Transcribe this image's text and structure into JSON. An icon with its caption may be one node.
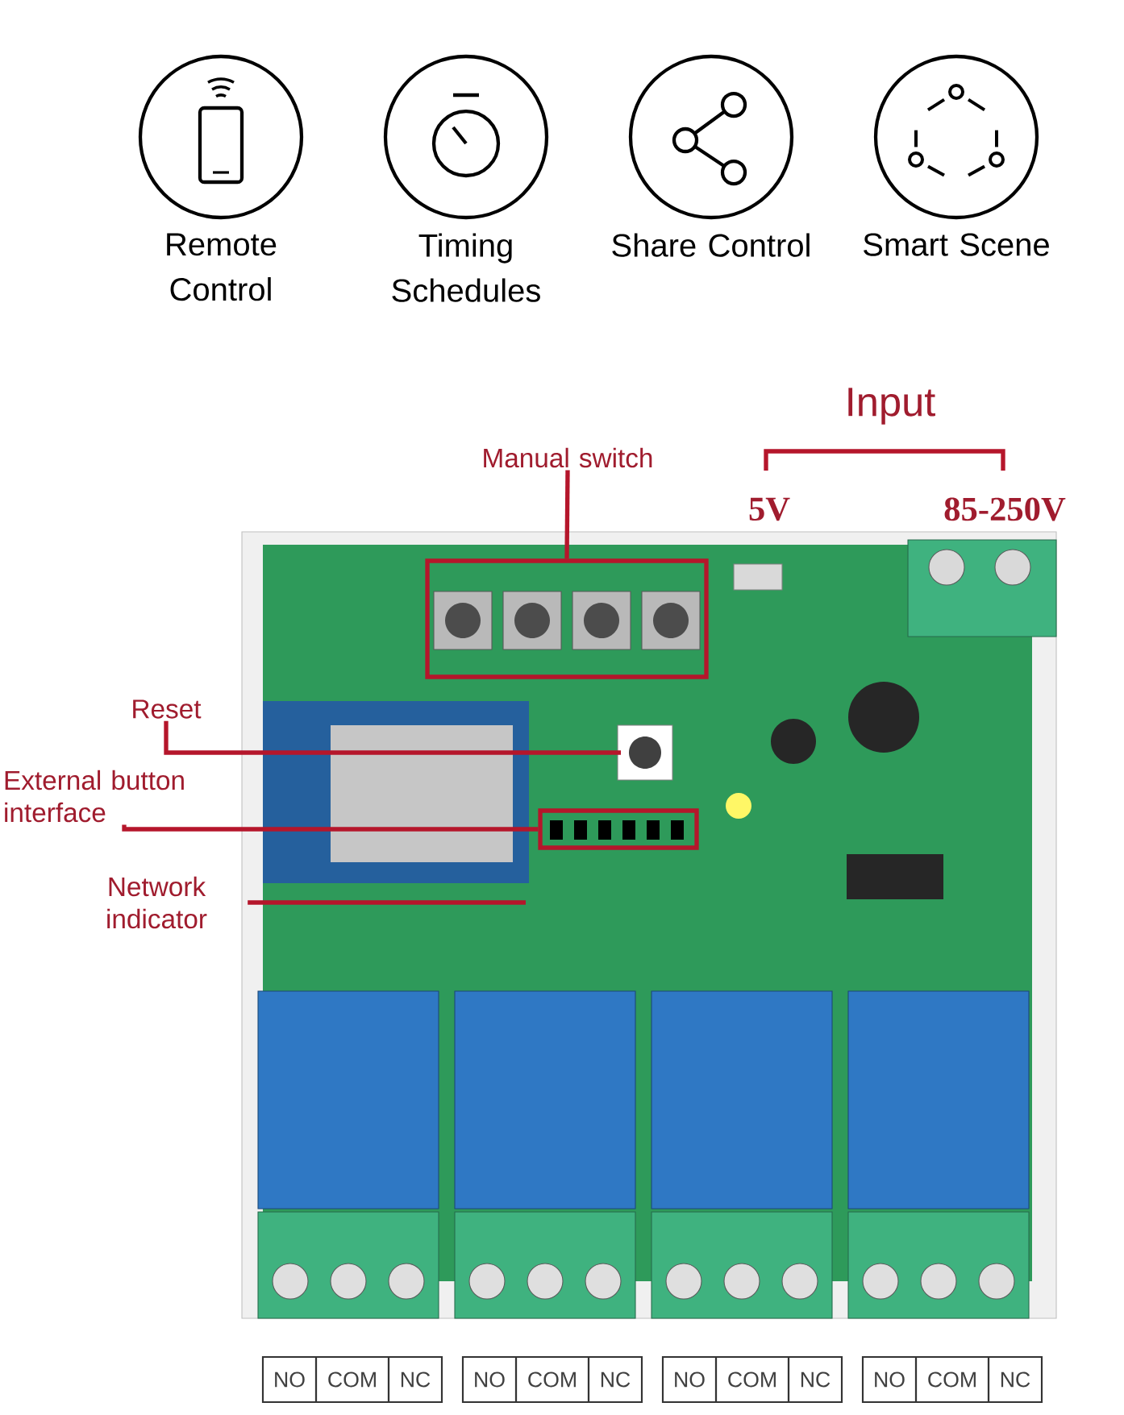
{
  "diagram": {
    "nodes": [
      {
        "text": [
          "Remote Control"
        ]
      },
      {
        "text": [
          "Timing Schedules"
        ]
      },
      {
        "text": [
          "Share Control"
        ]
      },
      {
        "text": [
          "Smart Scene"
        ]
      },
      {
        "text": [],
        "shape": "picture"
      },
      {
        "text": [
          "Manual switch"
        ]
      },
      {
        "text": [],
        "shape": "box",
        "in": 4
      },
      {
        "text": [
          "Reset"
        ]
      },
      {
        "text": [
          "External button interface"
        ]
      },
      {
        "text": [],
        "shape": "box",
        "in": 4
      },
      {
        "text": [
          "Network indicator"
        ]
      }
    ],
    "edges": [
      {
        "from": 5,
        "to": 6,
        "arrow": "none"
      },
      {
        "from": 7,
        "to": null,
        "arrow": "none"
      },
      {
        "from": 8,
        "to": 9,
        "arrow": "none"
      },
      {
        "from": 10,
        "to": null,
        "arrow": "none"
      }
    ],
    "labels": [
      "Input",
      "5V",
      "85-250V",
      "NO",
      "COM",
      "NC",
      "NO",
      "COM",
      "NC",
      "NO",
      "COM",
      "NC",
      "NO",
      "COM",
      "NC"
    ]
  }
}
